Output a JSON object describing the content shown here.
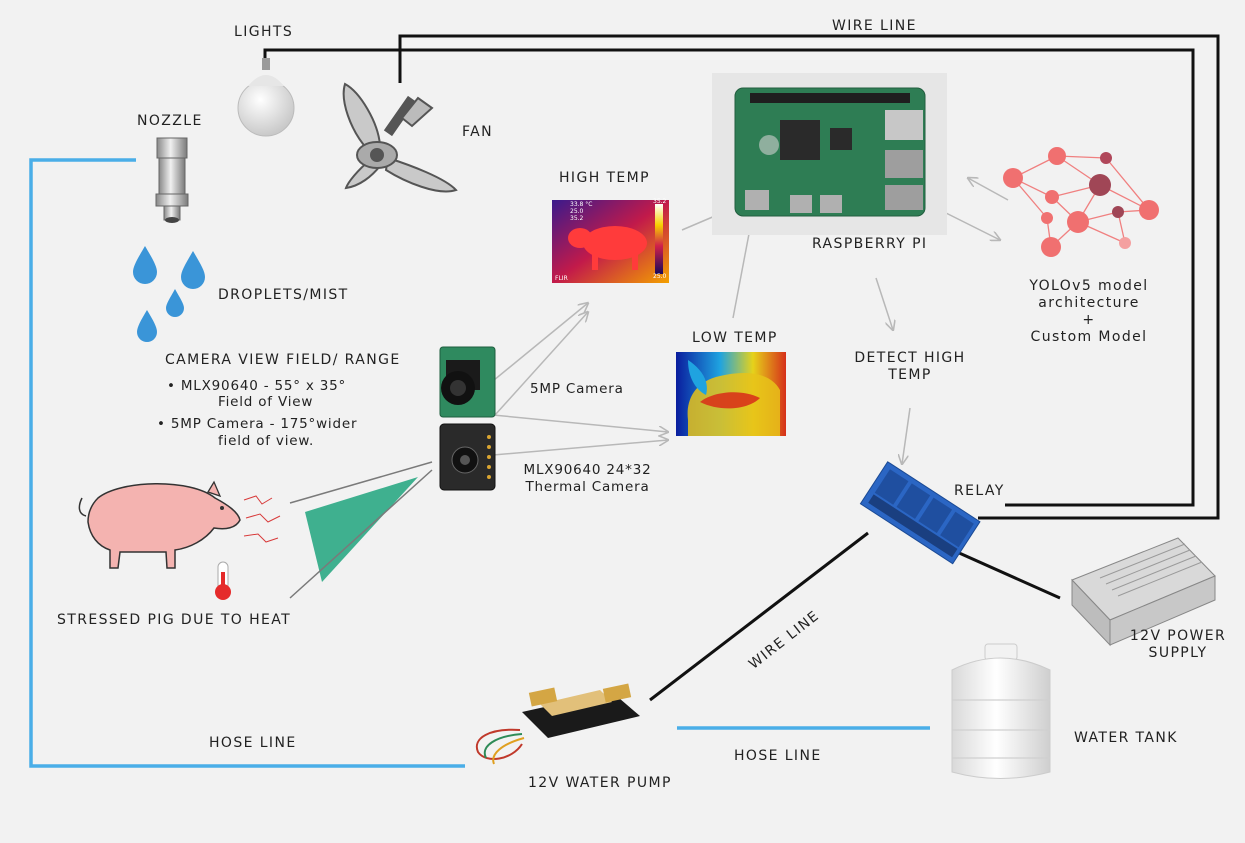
{
  "labels": {
    "lights": "LIGHTS",
    "wire_top": "WIRE LINE",
    "nozzle": "NOZZLE",
    "fan": "FAN",
    "high_temp": "HIGH TEMP",
    "raspberry_pi": "RASPBERRY PI",
    "droplets": "DROPLETS/MIST",
    "yolo_1": "YOLOv5 model",
    "yolo_2": "architecture",
    "yolo_3": "+",
    "yolo_4": "Custom Model",
    "camera_view": "CAMERA VIEW FIELD/ RANGE",
    "cam_bullet1_a": "• MLX90640 - 55° x 35°",
    "cam_bullet1_b": "Field of View",
    "cam_bullet2_a": "• 5MP Camera - 175°wider",
    "cam_bullet2_b": "field of view.",
    "low_temp": "LOW TEMP",
    "detect_1": "DETECT HIGH",
    "detect_2": "TEMP",
    "cam_5mp": "5MP Camera",
    "mlx_1": "MLX90640  24*32",
    "mlx_2": "Thermal Camera",
    "relay": "RELAY",
    "stressed_pig": "STRESSED PIG DUE TO HEAT",
    "wire_diag": "WIRE LINE",
    "power_1": "12V POWER",
    "power_2": "SUPPLY",
    "hose_left": "HOSE LINE",
    "hose_right": "HOSE LINE",
    "water_tank": "WATER TANK",
    "pump": "12V WATER PUMP"
  },
  "thermal_high": {
    "readouts": [
      "33.8 °C",
      "25.0",
      "35.2"
    ],
    "scale_top": "35.2",
    "scale_bottom": "25.0",
    "brand": "FLIR"
  },
  "colors": {
    "wire": "#111111",
    "hose": "#4aaee8",
    "arrow": "#b8b8b8",
    "fov": "#3fb08f",
    "pig": "#f4b3b0",
    "pcb": "#2e7d54",
    "relay": "#2b66c4",
    "node": "#ee5a5a"
  },
  "icons": [
    "light-bulb-icon",
    "fan-icon",
    "nozzle-icon",
    "droplet-icon",
    "thermometer-icon",
    "pig-icon",
    "camera-icon",
    "raspberry-pi-icon",
    "neural-network-icon",
    "relay-icon",
    "power-supply-icon",
    "water-tank-icon",
    "water-pump-icon"
  ]
}
